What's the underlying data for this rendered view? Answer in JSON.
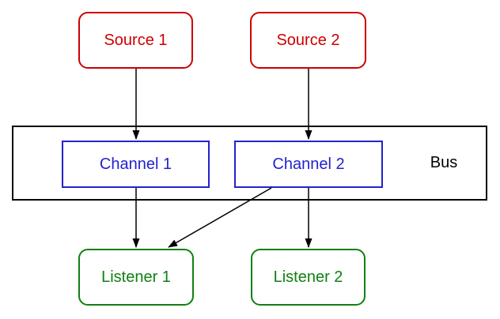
{
  "diagram": {
    "title": "Flume-style source/channel/listener bus diagram",
    "background_color": "#ffffff",
    "arrow_color": "#000000",
    "bus": {
      "label": "Bus",
      "border_color": "#000000",
      "text_color": "#000000"
    },
    "nodes": [
      {
        "id": "source-1",
        "label": "Source 1",
        "shape": "rounded-rect",
        "color": "#cc0000"
      },
      {
        "id": "source-2",
        "label": "Source 2",
        "shape": "rounded-rect",
        "color": "#cc0000"
      },
      {
        "id": "channel-1",
        "label": "Channel 1",
        "shape": "rect",
        "color": "#2222cc"
      },
      {
        "id": "channel-2",
        "label": "Channel 2",
        "shape": "rect",
        "color": "#2222cc"
      },
      {
        "id": "listener-1",
        "label": "Listener 1",
        "shape": "rounded-rect",
        "color": "#118011"
      },
      {
        "id": "listener-2",
        "label": "Listener 2",
        "shape": "rounded-rect",
        "color": "#118011"
      }
    ],
    "edges": [
      {
        "from": "source-1",
        "to": "channel-1"
      },
      {
        "from": "source-2",
        "to": "channel-2"
      },
      {
        "from": "channel-1",
        "to": "listener-1"
      },
      {
        "from": "channel-2",
        "to": "listener-2"
      },
      {
        "from": "channel-2",
        "to": "listener-1"
      }
    ]
  }
}
